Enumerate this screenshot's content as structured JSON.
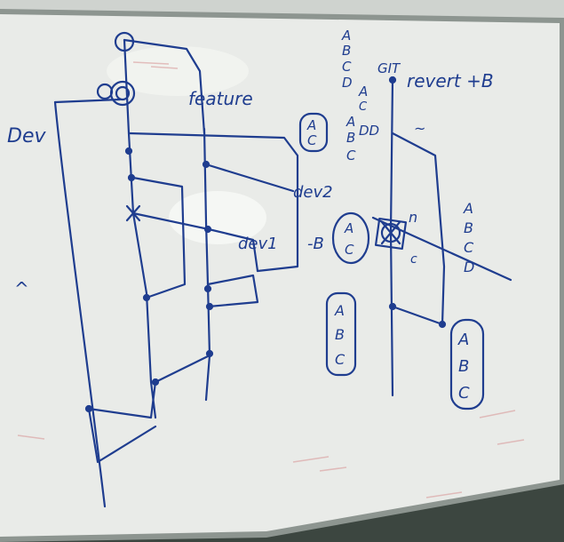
{
  "board": {
    "colors": {
      "ink": "#1f3d8f",
      "board": "#e9ebe8",
      "frame": "#8d9590",
      "wall": "#3c4640",
      "ceiling": "#cfd3cf"
    },
    "labels": {
      "dev": "Dev",
      "feature": "feature",
      "dev2": "dev2",
      "dev1": "dev1",
      "git": "GIT",
      "revert": "revert +B",
      "b_marker": "-B",
      "c_marker": "c",
      "n_marker": "n",
      "up_mark": "^",
      "squiggle": "~"
    },
    "letter_stacks": {
      "top_abcd": [
        "A",
        "B",
        "C",
        "D"
      ],
      "ac_box": [
        "A",
        "C"
      ],
      "abdd_cluster": [
        "A",
        "C",
        "A",
        "B",
        "C",
        "DD"
      ],
      "ac_circle": [
        "A",
        "C"
      ],
      "abc_box_left": [
        "A",
        "B",
        "C"
      ],
      "abcd_right": [
        "A",
        "B",
        "C",
        "D"
      ],
      "abc_box_right": [
        "A",
        "B",
        "C"
      ]
    }
  }
}
